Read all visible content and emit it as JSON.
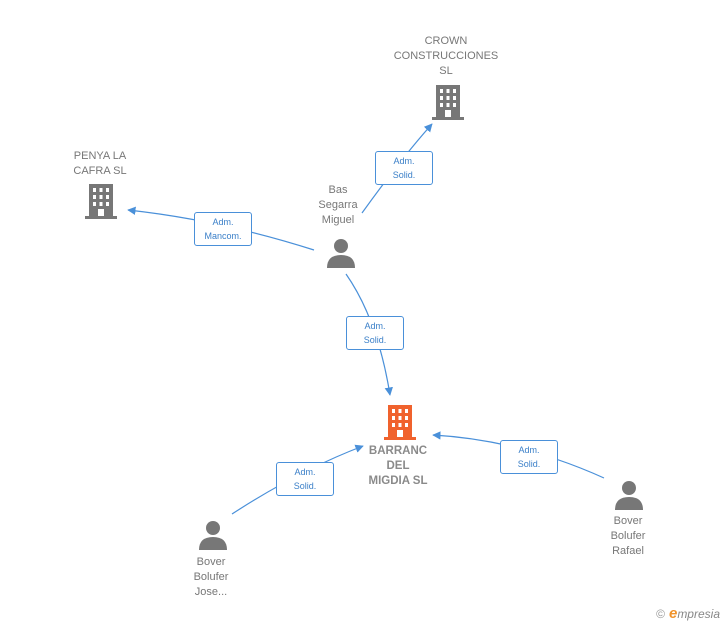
{
  "nodes": {
    "crown": {
      "label": "CROWN\nCONSTRUCCIONES\nSL"
    },
    "penya": {
      "label": "PENYA LA\nCAFRA  SL"
    },
    "bas": {
      "label": "Bas\nSegarra\nMiguel"
    },
    "barranc": {
      "label": "BARRANC\nDEL\nMIGDIA  SL"
    },
    "bover_jose": {
      "label": "Bover\nBolufer\nJose..."
    },
    "bover_rafael": {
      "label": "Bover\nBolufer\nRafael"
    }
  },
  "edges": {
    "bas_crown": {
      "line1": "Adm.",
      "line2": "Solid."
    },
    "bas_penya": {
      "line1": "Adm.",
      "line2": "Mancom."
    },
    "bas_barranc": {
      "line1": "Adm.",
      "line2": "Solid."
    },
    "jose_barranc": {
      "line1": "Adm.",
      "line2": "Solid."
    },
    "rafael_barranc": {
      "line1": "Adm.",
      "line2": "Solid."
    }
  },
  "colors": {
    "edge": "#4a90d9",
    "company_icon": "#777777",
    "main_company_icon": "#f0622d",
    "person_icon": "#777777"
  },
  "icons": {
    "company": "building-icon",
    "person": "person-icon"
  },
  "brand": {
    "copyright": "©",
    "initial": "e",
    "name": "mpresia"
  }
}
